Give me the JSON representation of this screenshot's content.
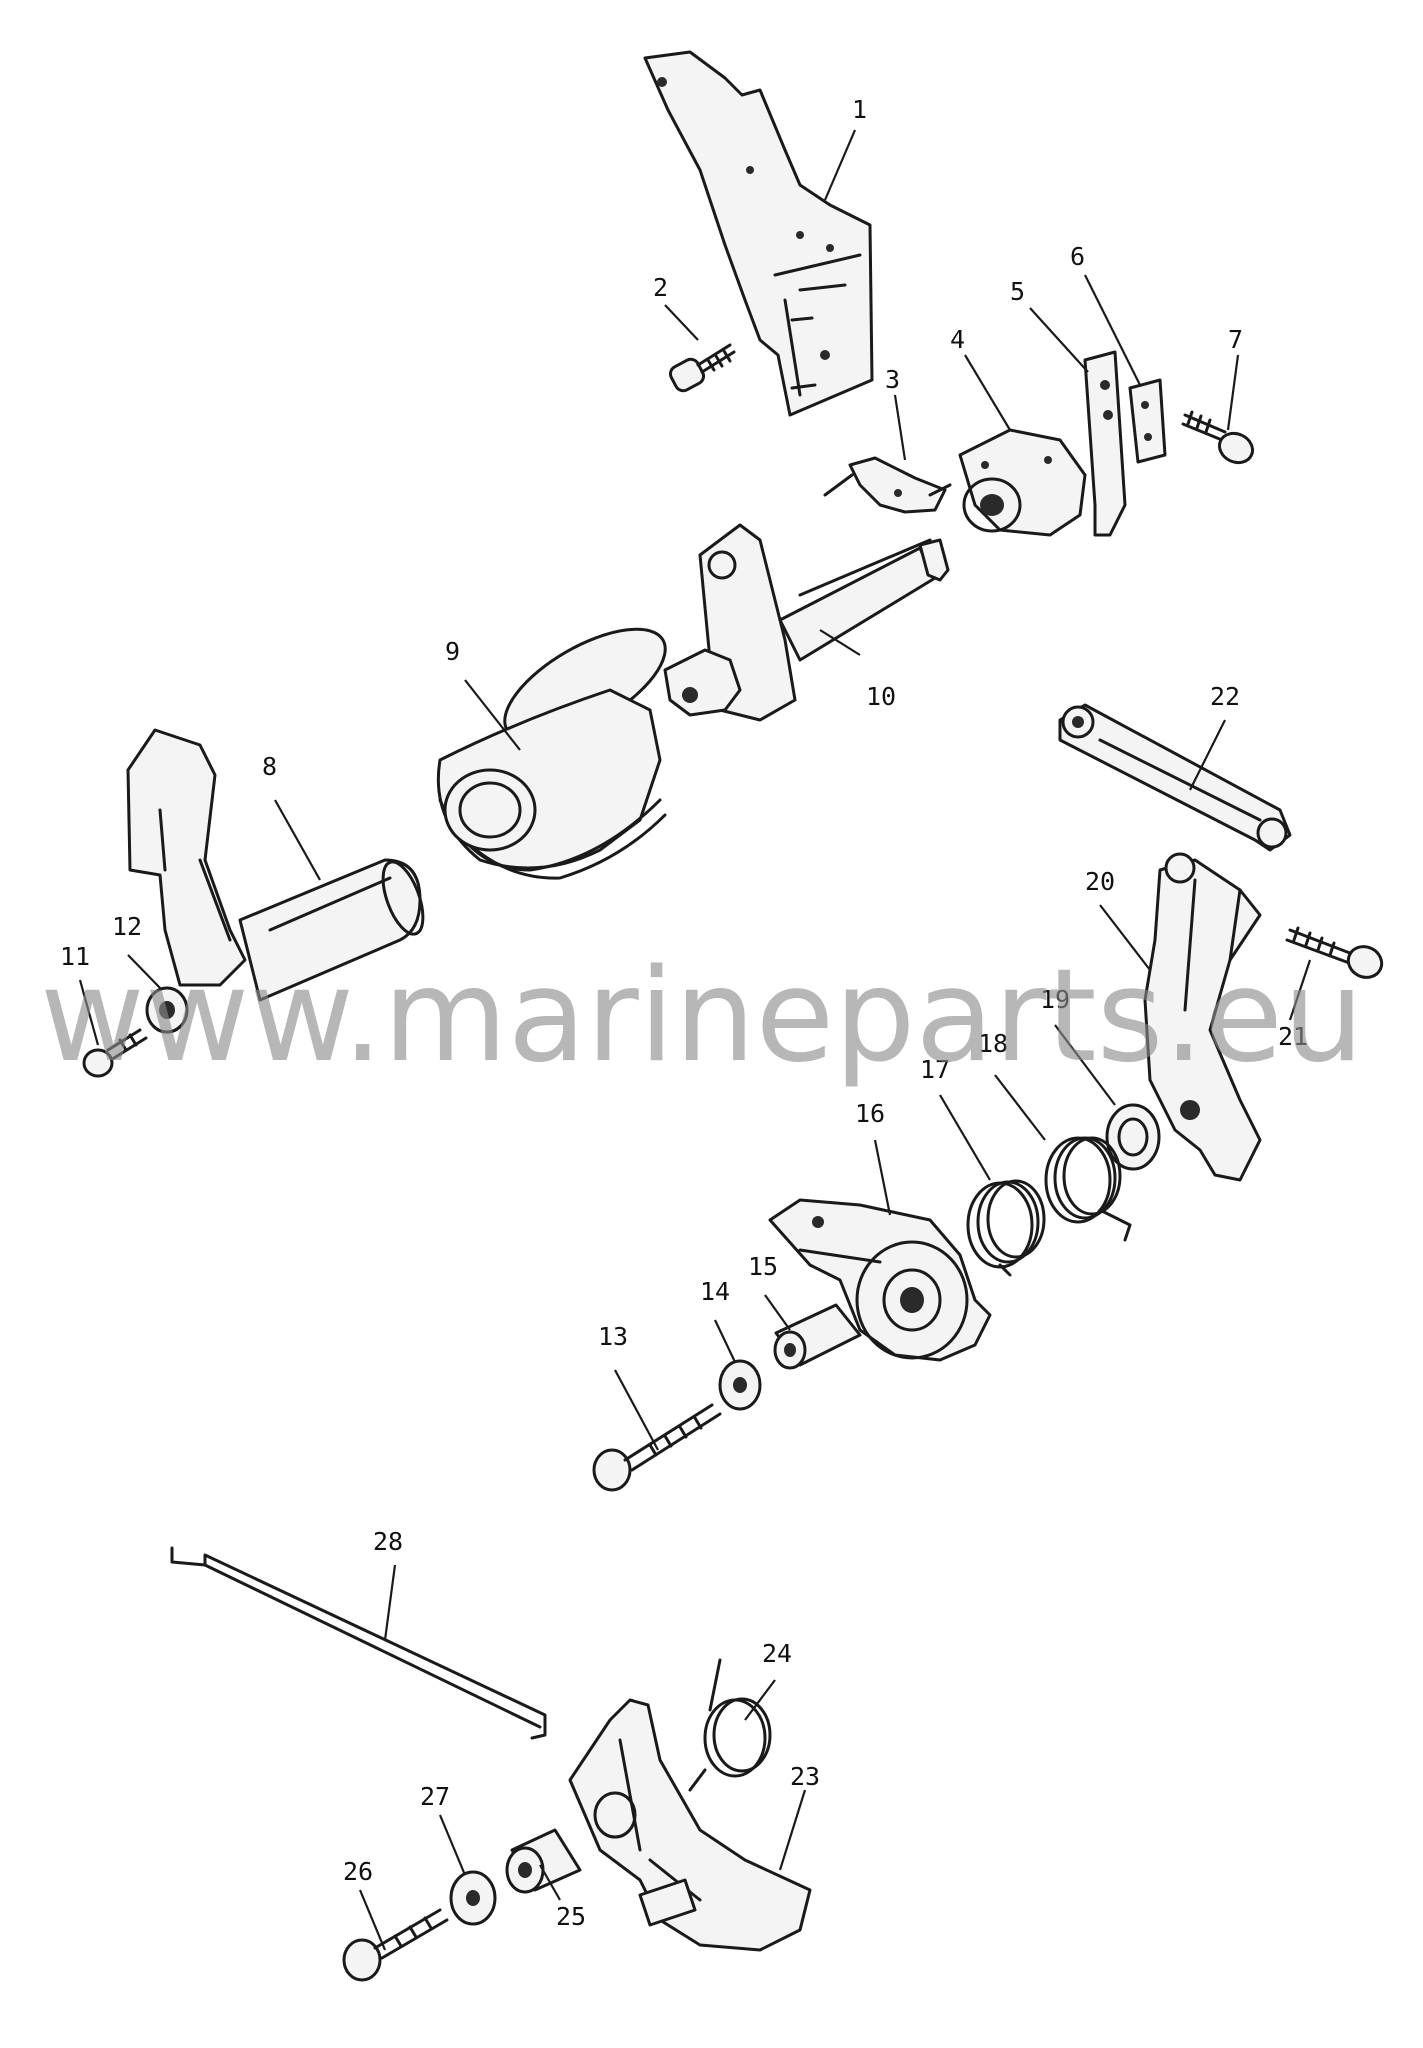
{
  "watermark": "www.marineparts.eu",
  "callouts": [
    "1",
    "2",
    "3",
    "4",
    "5",
    "6",
    "7",
    "8",
    "9",
    "10",
    "11",
    "12",
    "13",
    "14",
    "15",
    "16",
    "17",
    "18",
    "19",
    "20",
    "21",
    "22",
    "23",
    "24",
    "25",
    "26",
    "27",
    "28"
  ],
  "parts": [
    {
      "n": "1",
      "name": "bracket-icon"
    },
    {
      "n": "2",
      "name": "screw-icon"
    },
    {
      "n": "3",
      "name": "clip-icon"
    },
    {
      "n": "4",
      "name": "bushing-icon"
    },
    {
      "n": "5",
      "name": "plate-icon"
    },
    {
      "n": "6",
      "name": "retainer-icon"
    },
    {
      "n": "7",
      "name": "screw-icon"
    },
    {
      "n": "8",
      "name": "lever-icon"
    },
    {
      "n": "9",
      "name": "boot-icon"
    },
    {
      "n": "10",
      "name": "shaft-icon"
    },
    {
      "n": "11",
      "name": "screw-icon"
    },
    {
      "n": "12",
      "name": "washer-icon"
    },
    {
      "n": "13",
      "name": "bolt-icon"
    },
    {
      "n": "14",
      "name": "washer-icon"
    },
    {
      "n": "15",
      "name": "spacer-icon"
    },
    {
      "n": "16",
      "name": "cam-icon"
    },
    {
      "n": "17",
      "name": "spring-icon"
    },
    {
      "n": "18",
      "name": "spring-icon"
    },
    {
      "n": "19",
      "name": "washer-icon"
    },
    {
      "n": "20",
      "name": "arm-icon"
    },
    {
      "n": "21",
      "name": "screw-icon"
    },
    {
      "n": "22",
      "name": "link-icon"
    },
    {
      "n": "23",
      "name": "lever-icon"
    },
    {
      "n": "24",
      "name": "spring-icon"
    },
    {
      "n": "25",
      "name": "spacer-icon"
    },
    {
      "n": "26",
      "name": "bolt-icon"
    },
    {
      "n": "27",
      "name": "washer-icon"
    },
    {
      "n": "28",
      "name": "rod-icon"
    }
  ]
}
